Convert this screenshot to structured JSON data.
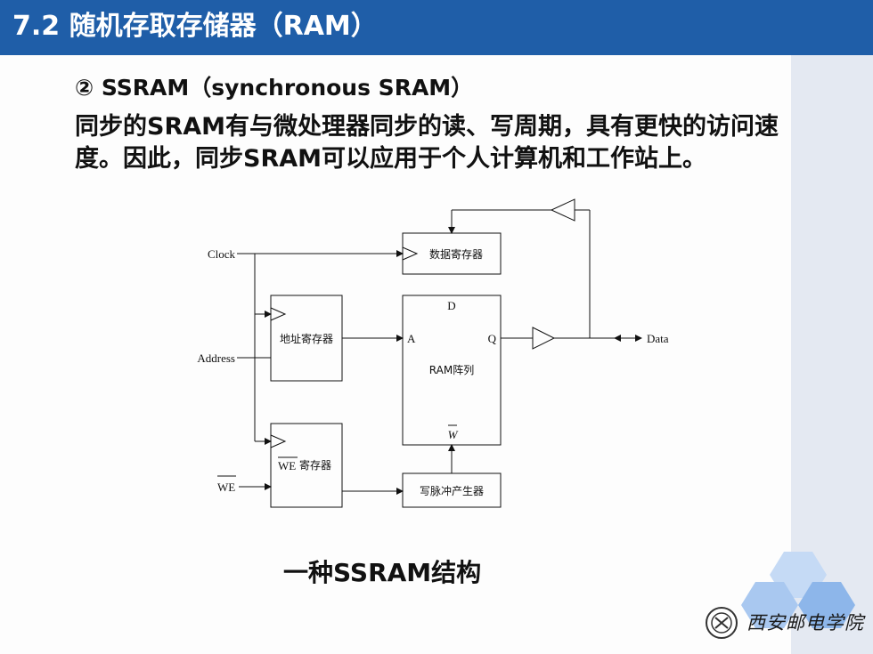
{
  "header": {
    "title": "7.2  随机存取存储器（RAM）"
  },
  "subheading": "② SSRAM（synchronous SRAM）",
  "paragraph": "同步的SRAM有与微处理器同步的读、写周期，具有更快的访问速度。因此，同步SRAM可以应用于个人计算机和工作站上。",
  "diagram": {
    "clock": "Clock",
    "address": "Address",
    "we_signal": "WE",
    "data": "Data",
    "data_register": "数据寄存器",
    "address_register": "地址寄存器",
    "we_register_label": "WE",
    "we_register_suffix": "寄存器",
    "ram_d": "D",
    "ram_a": "A",
    "ram_q": "Q",
    "ram_label": "RAM阵列",
    "ram_w": "W",
    "write_pulse": "写脉冲产生器"
  },
  "caption": "一种SSRAM结构",
  "logo": {
    "text": "西安邮电学院"
  },
  "colors": {
    "header": "#1f5ea8",
    "side_panel": "#e4e9f2",
    "hex_light": "#c5daf5",
    "hex_mid": "#a9c8f0",
    "hex_dark": "#8db6ea"
  }
}
